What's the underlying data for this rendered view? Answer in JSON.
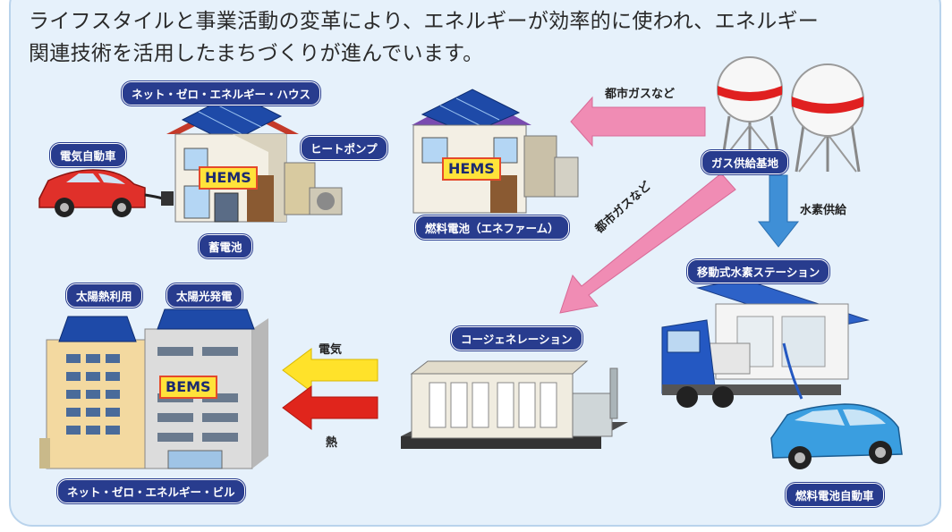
{
  "intro": {
    "line1": "ライフスタイルと事業活動の変革により、エネルギーが効率的に使われ、エネルギー",
    "line2": "関連技術を活用したまちづくりが進んでいます。"
  },
  "labels": {
    "zeh": "ネット・ゼロ・エネルギー・ハウス",
    "ev": "電気自動車",
    "heat_pump": "ヒートポンプ",
    "battery": "蓄電池",
    "ene_farm": "燃料電池（エネファーム）",
    "gas_base": "ガス供給基地",
    "h2_station": "移動式水素ステーション",
    "fcv": "燃料電池自動車",
    "solar_thermal": "太陽熱利用",
    "solar_pv": "太陽光発電",
    "cogeneration": "コージェネレーション",
    "zeb": "ネット・ゼロ・エネルギー・ビル"
  },
  "badges": {
    "hems_house": "HEMS",
    "hems_farm": "HEMS",
    "bems": "BEMS"
  },
  "arrows": {
    "city_gas_top": "都市ガスなど",
    "city_gas_diag": "都市ガスなど",
    "hydrogen": "水素供給",
    "electricity": "電気",
    "heat": "熱"
  },
  "colors": {
    "label_bg": "#283c8e",
    "panel_bg": "#e6f1fb",
    "gas_arrow": "#f08cb4",
    "h2_arrow": "#3f8fd6",
    "elec_arrow": "#ffe22a",
    "heat_arrow": "#e0251c"
  }
}
